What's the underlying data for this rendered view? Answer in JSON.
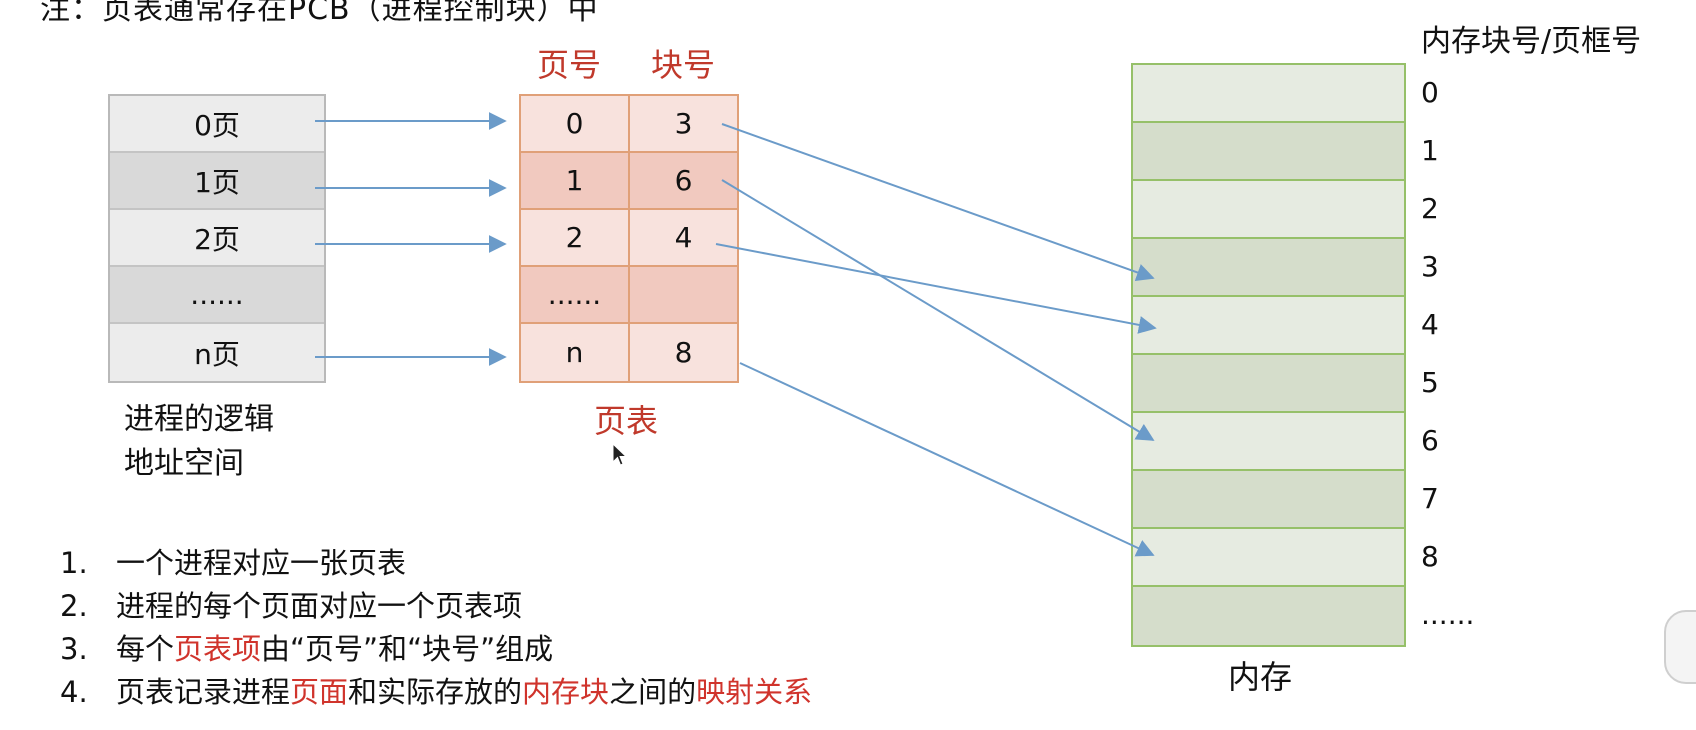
{
  "top_note": "注：页表通常存在PCB（进程控制块）中",
  "logical_space": {
    "rows": [
      "0页",
      "1页",
      "2页",
      "......",
      "n页"
    ],
    "caption_line1": "进程的逻辑",
    "caption_line2": "地址空间"
  },
  "page_table": {
    "header_page": "页号",
    "header_block": "块号",
    "rows": [
      {
        "page": "0",
        "block": "3"
      },
      {
        "page": "1",
        "block": "6"
      },
      {
        "page": "2",
        "block": "4"
      },
      {
        "page": "......",
        "block": ""
      },
      {
        "page": "n",
        "block": "8"
      }
    ],
    "caption": "页表"
  },
  "memory": {
    "header": "内存块号/页框号",
    "frame_labels": [
      "0",
      "1",
      "2",
      "3",
      "4",
      "5",
      "6",
      "7",
      "8",
      "......"
    ],
    "caption": "内存"
  },
  "mappings": [
    {
      "page": "0",
      "frame": "3"
    },
    {
      "page": "1",
      "frame": "6"
    },
    {
      "page": "2",
      "frame": "4"
    },
    {
      "page": "n",
      "frame": "8"
    }
  ],
  "notes": [
    {
      "num": "1.",
      "parts": [
        {
          "text": "一个进程对应一张页表",
          "red": false
        }
      ]
    },
    {
      "num": "2.",
      "parts": [
        {
          "text": "进程的每个页面对应一个页表项",
          "red": false
        }
      ]
    },
    {
      "num": "3.",
      "parts": [
        {
          "text": "每个",
          "red": false
        },
        {
          "text": "页表项",
          "red": true
        },
        {
          "text": "由“页号”和“块号”组成",
          "red": false
        }
      ]
    },
    {
      "num": "4.",
      "parts": [
        {
          "text": "页表记录进程",
          "red": false
        },
        {
          "text": "页面",
          "red": true
        },
        {
          "text": "和实际存放的",
          "red": false
        },
        {
          "text": "内存块",
          "red": true
        },
        {
          "text": "之间的",
          "red": false
        },
        {
          "text": "映射关系",
          "red": true
        }
      ]
    }
  ],
  "colors": {
    "arrow": "#6b9bc9",
    "red_text": "#d0342c",
    "table_border": "#e0a078",
    "memory_border": "#96c069"
  }
}
